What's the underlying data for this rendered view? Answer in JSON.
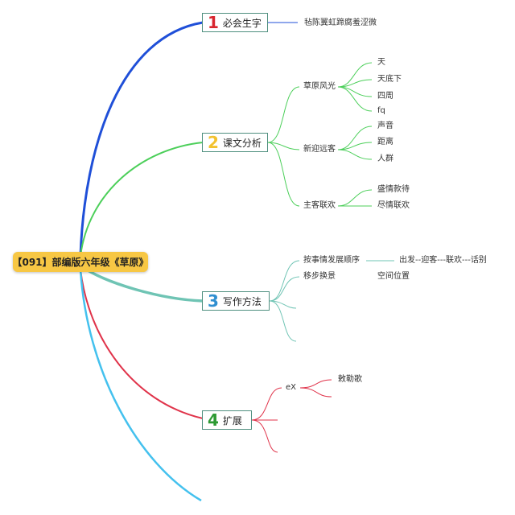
{
  "root": {
    "title": "【091】部编版六年级《草原》"
  },
  "colors": {
    "root_fill": "#f7c744",
    "branch1": "#1f4fd8",
    "branch2": "#4ccf5a",
    "branch3": "#6fc4b4",
    "branch4": "#e0334a",
    "branch5": "#44c1ee",
    "branch1_number": "#d8262f",
    "branch2_number": "#f2c230",
    "branch3_number": "#2f8fd0",
    "branch4_number": "#2d9a33",
    "box_border": "#4f8f7f"
  },
  "branches": [
    {
      "number": "1",
      "label": "必会生字",
      "children": [
        {
          "label": "毡陈翼虹蹄腐羞涩微",
          "children": []
        }
      ]
    },
    {
      "number": "2",
      "label": "课文分析",
      "children": [
        {
          "label": "草原风光",
          "children": [
            {
              "label": "天"
            },
            {
              "label": "天底下"
            },
            {
              "label": "四周"
            },
            {
              "label": "fq"
            }
          ]
        },
        {
          "label": "新迎远客",
          "children": [
            {
              "label": "声音"
            },
            {
              "label": "距离"
            },
            {
              "label": "人群"
            }
          ]
        },
        {
          "label": "主客联欢",
          "children": [
            {
              "label": "盛情款待"
            },
            {
              "label": "尽情联欢"
            }
          ]
        }
      ]
    },
    {
      "number": "3",
      "label": "写作方法",
      "children": [
        {
          "label": "按事情发展顺序",
          "children": [
            {
              "label": "出发--迎客---联欢---话别"
            }
          ]
        },
        {
          "label": "移步换景",
          "children": [
            {
              "label": "空间位置"
            }
          ]
        },
        {
          "label": "",
          "children": []
        },
        {
          "label": "",
          "children": []
        }
      ]
    },
    {
      "number": "4",
      "label": "扩展",
      "children": [
        {
          "label": "eX",
          "children": [
            {
              "label": "敕勒歌"
            },
            {
              "label": ""
            }
          ]
        },
        {
          "label": "",
          "children": []
        },
        {
          "label": "",
          "children": []
        }
      ]
    }
  ]
}
